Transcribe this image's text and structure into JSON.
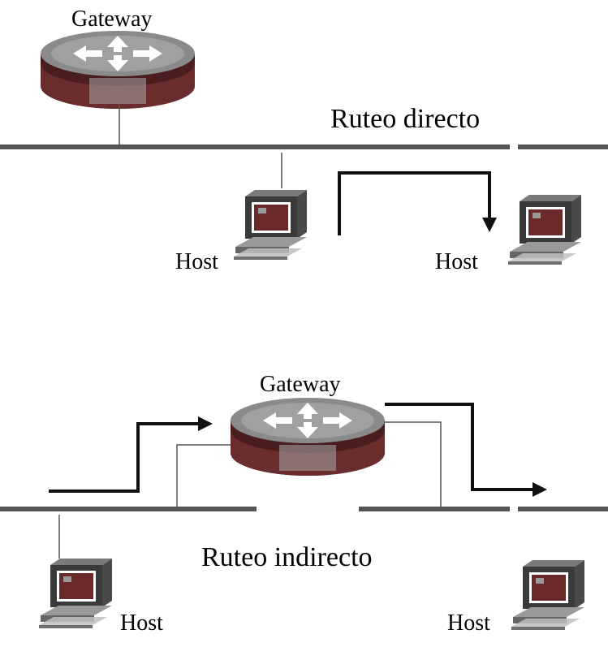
{
  "top_panel": {
    "gateway_label": "Gateway",
    "title": "Ruteo directo",
    "host_left_label": "Host",
    "host_right_label": "Host"
  },
  "bottom_panel": {
    "gateway_label": "Gateway",
    "title": "Ruteo indirecto",
    "host_left_label": "Host",
    "host_right_label": "Host"
  },
  "icons": {
    "router": "router-icon",
    "computer": "computer-icon",
    "arrow": "arrow-icon"
  },
  "colors": {
    "router_top": "#8a8a8a",
    "router_body": "#4a1e1e",
    "router_arrows": "#ffffff",
    "network_line": "#555555",
    "arrow": "#111111"
  }
}
